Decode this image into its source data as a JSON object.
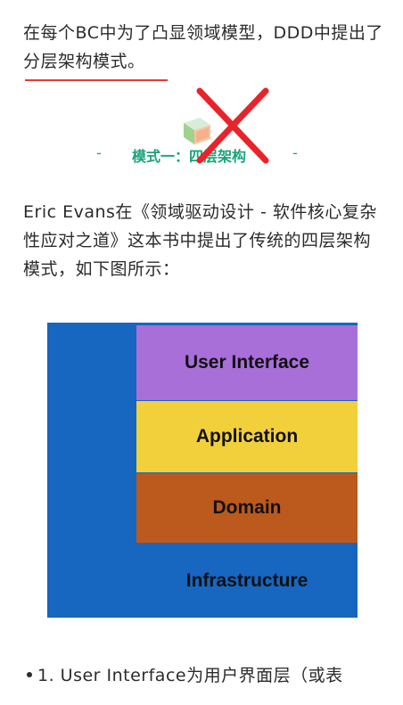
{
  "paragraphs": {
    "intro": "在每个BC中为了凸显领域模型，DDD中提出了分层架构模式。",
    "evans": "Eric Evans在《领域驱动设计 - 软件核心复杂性应对之道》这本书中提出了传统的四层架构模式，如下图所示："
  },
  "section": {
    "dash_left": "-",
    "title": "模式一：四层架构",
    "dash_right": "-"
  },
  "diagram": {
    "layers": [
      "User Interface",
      "Application",
      "Domain",
      "Infrastructure"
    ],
    "colors": {
      "user_interface": "#a86fd9",
      "application": "#f2d03b",
      "domain": "#bb5a1c",
      "infrastructure": "#1766c0"
    }
  },
  "list": {
    "item1": "1. User Interface为用户界面层（或表"
  },
  "accent_colors": {
    "underline": "#e23b3b",
    "section_title": "#1aa37a",
    "cross": "#e8232a"
  },
  "icons": [
    "cube-icon",
    "cross-icon"
  ]
}
